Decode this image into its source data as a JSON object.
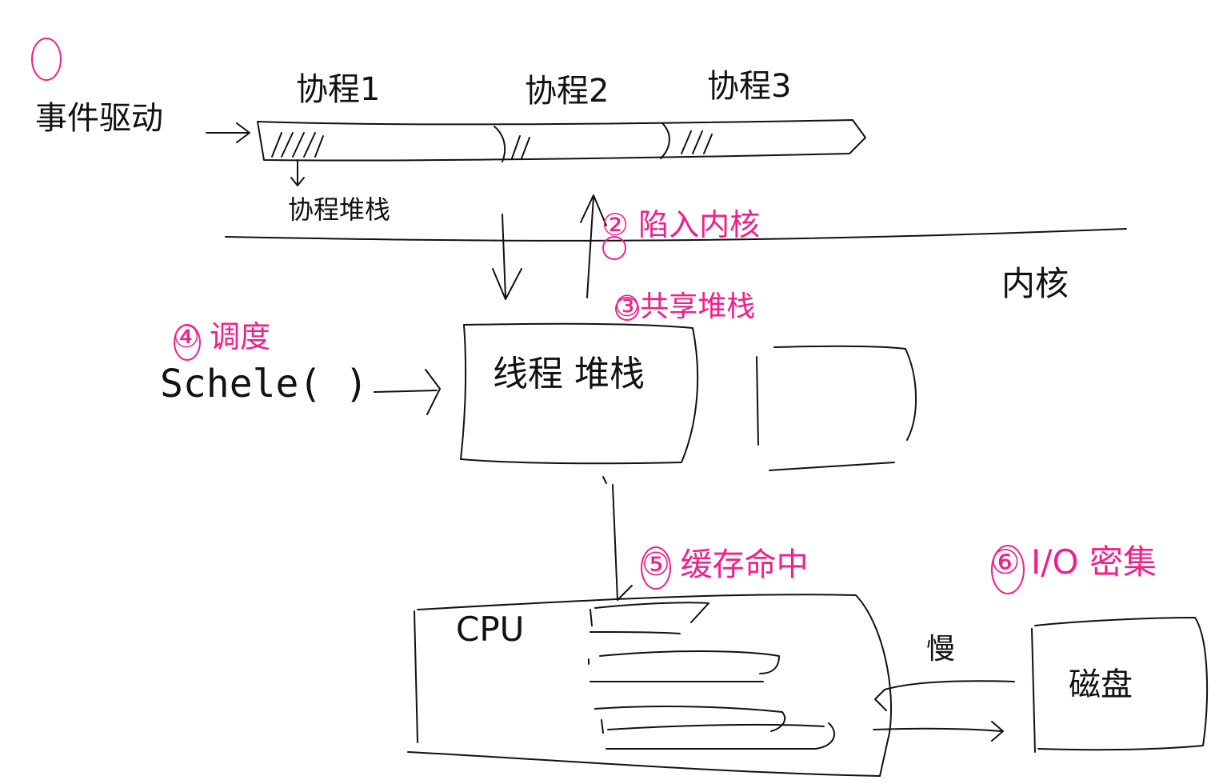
{
  "colors": {
    "ink": "#111111",
    "highlight": "#f0208a",
    "background": "#ffffff"
  },
  "labels": {
    "step1": "①",
    "event_driven": "事件驱动",
    "thread1": "协程1",
    "thread2": "协程2",
    "thread3": "协程3",
    "coroutine_stack": "协程堆栈",
    "trap_kernel": "② 陷入内核",
    "kernel": "内核",
    "shared_stack": "③共享堆栈",
    "schedule": "④ 调度",
    "schedule_call": "Schele( )",
    "thread_stack": "线程 堆栈",
    "cache_hit": "⑤ 缓存命中",
    "io_intensive": "⑥ I/O 密集",
    "cpu": "CPU",
    "slow": "慢",
    "disk": "磁盘"
  }
}
